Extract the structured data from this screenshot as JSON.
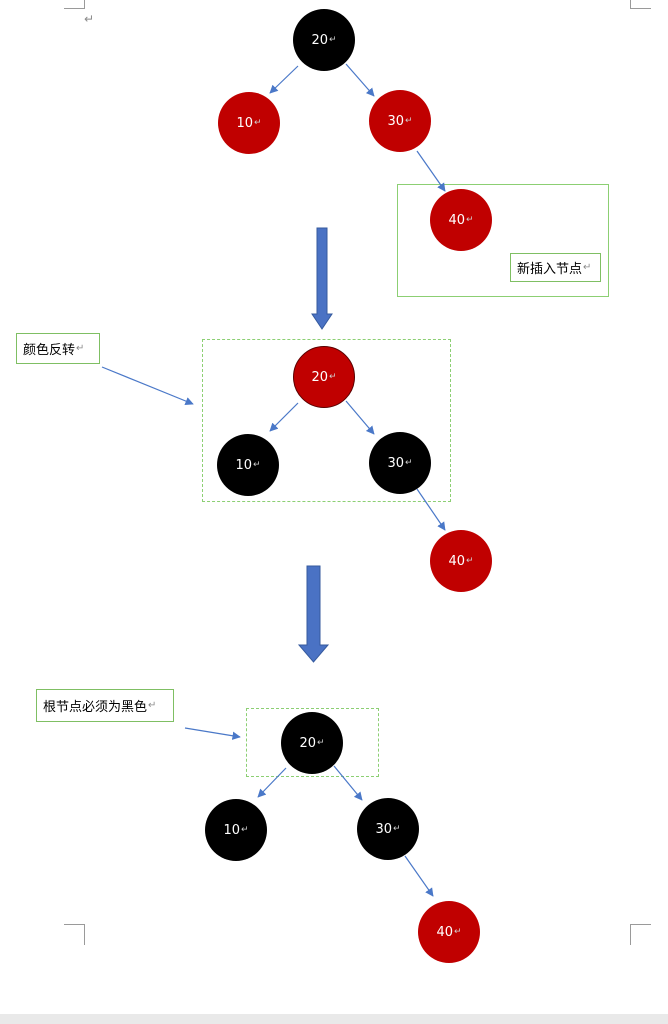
{
  "paragraph_mark": "↵",
  "colors": {
    "red_node": "#c00000",
    "black_node": "#000000",
    "edge": "#4a78c8",
    "frame": "#8ccf73",
    "down_arrow": "#4a72c4"
  },
  "step1": {
    "nodes": {
      "root": "20",
      "left": "10",
      "right": "30",
      "new": "40"
    },
    "colors": {
      "root": "black",
      "left": "red",
      "right": "red",
      "new": "red"
    },
    "new_node_label": "新插入节点"
  },
  "step2": {
    "nodes": {
      "root": "20",
      "left": "10",
      "right": "30",
      "new": "40"
    },
    "colors": {
      "root": "red",
      "left": "black",
      "right": "black",
      "new": "red"
    },
    "annotation": "颜色反转"
  },
  "step3": {
    "nodes": {
      "root": "20",
      "left": "10",
      "right": "30",
      "new": "40"
    },
    "colors": {
      "root": "black",
      "left": "black",
      "right": "black",
      "new": "red"
    },
    "annotation": "根节点必须为黑色"
  }
}
